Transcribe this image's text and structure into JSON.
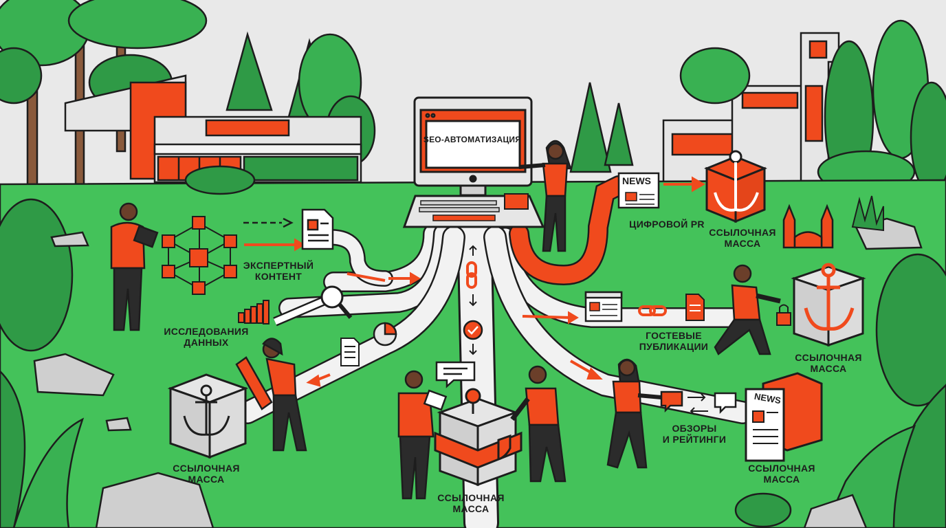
{
  "screen_title": "SEO-АВТОМАТИЗАЦИЯ",
  "labels": {
    "expert_content": [
      "ЭКСПЕРТНЫЙ",
      "КОНТЕНТ"
    ],
    "data_research": [
      "ИССЛЕДОВАНИЯ",
      "ДАННЫХ"
    ],
    "digital_pr": "ЦИФРОВОЙ PR",
    "guest_posts": [
      "ГОСТЕВЫЕ",
      "ПУБЛИКАЦИИ"
    ],
    "reviews_ratings": [
      "ОБЗОРЫ",
      "И РЕЙТИНГИ"
    ],
    "link_mass": [
      "ССЫЛОЧНАЯ",
      "МАССА"
    ]
  },
  "news_badge": "NEWS",
  "colors": {
    "sky": "#e9e9e9",
    "grass": "#44c25a",
    "tree_dark": "#2f9a46",
    "tree_mid": "#39b152",
    "accent": "#f04a1d",
    "outline": "#1d1d1d",
    "path": "#f2f2f2",
    "rock": "#cfcfcf",
    "building": "#e6e6e6"
  }
}
